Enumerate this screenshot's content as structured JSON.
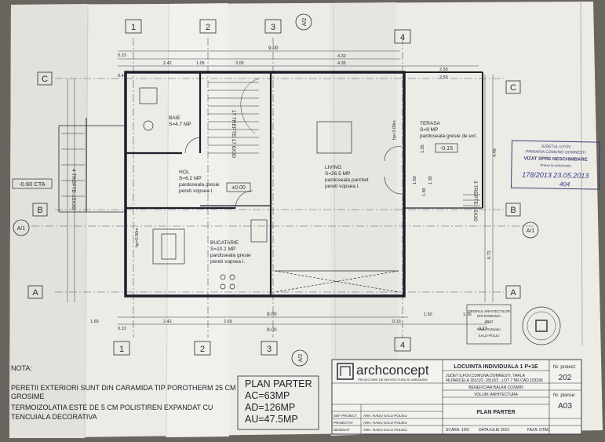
{
  "drawing": {
    "grid_columns": [
      "1",
      "2",
      "3",
      "4"
    ],
    "grid_rows": [
      "C",
      "B",
      "A"
    ],
    "section_marks": [
      "A/2",
      "A/1"
    ],
    "level_markers": {
      "cta": "-0.60 CTA",
      "zero": "±0.00",
      "terrace": "-0.15"
    },
    "top_dims": {
      "overall": "9.00",
      "sub": [
        "0.13",
        "2.42",
        "4.32",
        "4.35",
        "3.05",
        "1.05",
        "0.40"
      ]
    },
    "bottom_dims": {
      "overall": "9.00",
      "sub": [
        "1.60",
        "2.42",
        "2.69",
        "1.50",
        "1.00",
        "0.13",
        "0.13",
        "0.13"
      ]
    },
    "right_dims": [
      "2.50",
      "2.50",
      "4.48",
      "1.05",
      "1.30",
      "1.60",
      "1.80",
      "6.72"
    ],
    "rooms": [
      {
        "name": "BAIE",
        "area": "S=4.7 MP"
      },
      {
        "name": "HOL",
        "area": "S=6.2 MP",
        "floor": "pardoseala gresie",
        "walls": "pereti vopsea l."
      },
      {
        "name": "BUCATARIE",
        "area": "S=10.2 MP",
        "floor": "pardoseala gresie",
        "walls": "pereti vopsea l."
      },
      {
        "name": "LIVING",
        "area": "S=26.5 MP",
        "floor": "pardoseala parchet",
        "walls": "pereti vopsea l."
      },
      {
        "name": "TERASA",
        "area": "S=9 MP",
        "floor": "pardoseala gresie de ext."
      }
    ],
    "stairs": [
      "4 TREPTE-15X30",
      "17 TREPTE-17,6X30",
      "3 TREPTE-15X30"
    ],
    "door_label": "hp=2.00m",
    "window_label": "hp=0.90m"
  },
  "stamp_right": {
    "l1": "JUDETUL ILFOV",
    "l2": "PRIMARIA COMUNEI DOMNESTI",
    "l3": "VIZAT SPRE NESCHIMBARE",
    "l4": "Anexa la autorizatia",
    "l5": "178/2013  23.05.2013",
    "l6": "404"
  },
  "stamp_oar": {
    "l1": "ORDINUL ARHITECTILOR",
    "l2": "DIN ROMANIA",
    "l3": "4847",
    "l4": "Radu Octavian",
    "l5": "SALO-POLIU"
  },
  "notes": {
    "title": "NOTA:",
    "lines": [
      "PERETII EXTERIORI SUNT DIN CARAMIDA TIP POROTHERM 25 CM",
      "GROSIME",
      "TERMOIZOLATIA ESTE DE 5 CM POLISTIREN EXPANDAT CU",
      "TENCUIALA DECORATIVA"
    ]
  },
  "areas": {
    "title": "PLAN PARTER",
    "ac": "AC=63MP",
    "ad": "AD=126MP",
    "au": "AU=47.5MP"
  },
  "title_block": {
    "brand": "archconcept",
    "tagline": "PROIECTARE DE ARHITECTURA SI URBANISM",
    "project_title": "LOCUINTA INDIVIDUALA 1  P+1E",
    "address1": "JUDET ILFOV,COMUNA DOMNESTI, TARLA",
    "address2": "46,PARCELA 181/1/2 ,181/2/2 , LOT 7 NR.CAD.103296",
    "beneficiary": "BENEFICIAR:BALAN COSMIN",
    "volume": "VOLUM: ARHITECTURA",
    "sheet_name": "PLAN PARTER",
    "project_no_label": "Nr. proiect:",
    "project_no": "202",
    "plan_no_label": "Nr. planse:",
    "plan_no": "A03",
    "roles": [
      "SEF PROIECT",
      "PROIECTAT",
      "DESENAT"
    ],
    "names": [
      "ARH. RADU SALO POLIEU",
      "ARH. RADU SALO POLIEU",
      "ARH. RADU SALO POLIEU"
    ],
    "scale": "SCARA: 1/50",
    "date": "DATA:IULIE 2013",
    "phase": "FAZA: DTAC"
  }
}
